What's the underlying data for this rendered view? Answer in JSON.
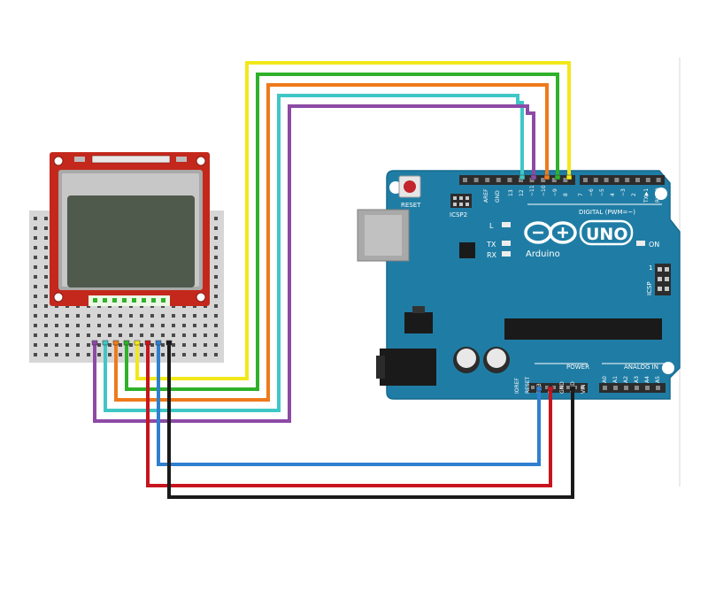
{
  "board": {
    "reset_label": "RESET",
    "icsp2_label": "ICSP2",
    "aref_label": "AREF",
    "gnd_label": "GND",
    "digital_pins": [
      "13",
      "12",
      "~11",
      "~10",
      "~9",
      "8",
      "7",
      "~6",
      "~5",
      "4",
      "~3",
      "2",
      "TX▶1",
      "RX◀0"
    ],
    "digital_label": "DIGITAL (PWM=~)",
    "l_label": "L",
    "tx_label": "TX",
    "rx_label": "RX",
    "uno_label": "UNO",
    "arduino_label": "Arduino",
    "on_label": "ON",
    "icsp_label": "ICSP",
    "icsp_pin1": "1",
    "power_label": "POWER",
    "power_pins": [
      "IOREF",
      "RESET",
      "3V3",
      "5V",
      "GND",
      "GND",
      "VIN"
    ],
    "analog_label": "ANALOG IN",
    "analog_pins": [
      "A0",
      "A1",
      "A2",
      "A3",
      "A4",
      "A5"
    ]
  },
  "colors": {
    "board": "#1f7da5",
    "board_edge": "#16698d",
    "lcd_pcb": "#c4281c",
    "lcd_screen": "#4f5a4c",
    "breadboard": "#d6d6d6",
    "wire_yellow": "#f2e81a",
    "wire_green": "#2fb12a",
    "wire_orange": "#ee7a1c",
    "wire_cyan": "#3fc7c6",
    "wire_purple": "#8c4aa6",
    "wire_blue": "#2f7fd0",
    "wire_red": "#c8141d",
    "wire_black": "#1a1a1a"
  }
}
